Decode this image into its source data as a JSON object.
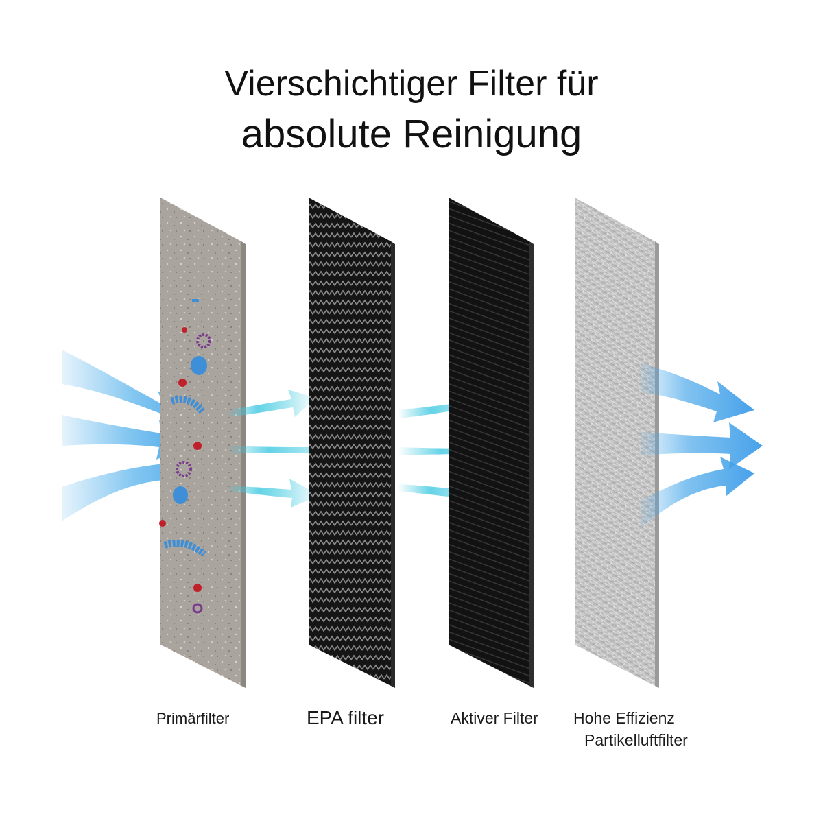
{
  "title": {
    "line1": "Vierschichtiger Filter für",
    "line2": "absolute Reinigung"
  },
  "layers": [
    {
      "name": "Primärfilter",
      "color": "#a9a49d"
    },
    {
      "name": "EPA filter",
      "color": "#1c1c1c"
    },
    {
      "name": "Aktiver Filter",
      "color": "#141414"
    },
    {
      "name": "Hohe Effizienz",
      "name_line2": "Partikelluftfilter",
      "color": "#c8c8c8"
    }
  ],
  "colors": {
    "inflow": "#5ab4ec",
    "passthrough": "#3dc8e0",
    "outflow": "#4aa8ea",
    "particle_red": "#c0202a",
    "particle_purple": "#7a3b8c",
    "microbe_blue": "#3e8fd8"
  }
}
